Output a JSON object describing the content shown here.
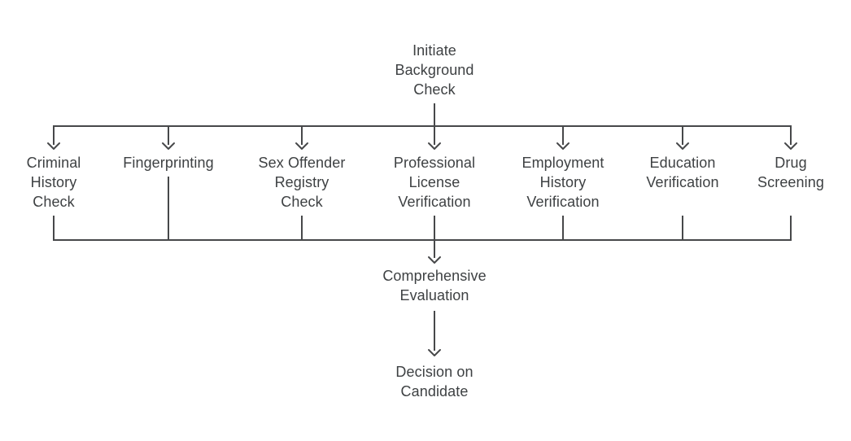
{
  "diagram": {
    "type": "flowchart",
    "direction": "top-down",
    "root": {
      "id": "initiate",
      "label": "Initiate\nBackground\nCheck"
    },
    "checks": [
      {
        "id": "criminal",
        "label": "Criminal\nHistory\nCheck"
      },
      {
        "id": "fingerprint",
        "label": "Fingerprinting"
      },
      {
        "id": "sex-offender",
        "label": "Sex Offender\nRegistry\nCheck"
      },
      {
        "id": "license",
        "label": "Professional\nLicense\nVerification"
      },
      {
        "id": "employment",
        "label": "Employment\nHistory\nVerification"
      },
      {
        "id": "education",
        "label": "Education\nVerification"
      },
      {
        "id": "drug",
        "label": "Drug\nScreening"
      }
    ],
    "evaluation": {
      "id": "evaluation",
      "label": "Comprehensive\nEvaluation"
    },
    "decision": {
      "id": "decision",
      "label": "Decision on\nCandidate"
    },
    "edges": [
      [
        "initiate",
        "criminal"
      ],
      [
        "initiate",
        "fingerprint"
      ],
      [
        "initiate",
        "sex-offender"
      ],
      [
        "initiate",
        "license"
      ],
      [
        "initiate",
        "employment"
      ],
      [
        "initiate",
        "education"
      ],
      [
        "initiate",
        "drug"
      ],
      [
        "criminal",
        "evaluation"
      ],
      [
        "fingerprint",
        "evaluation"
      ],
      [
        "sex-offender",
        "evaluation"
      ],
      [
        "license",
        "evaluation"
      ],
      [
        "employment",
        "evaluation"
      ],
      [
        "education",
        "evaluation"
      ],
      [
        "drug",
        "evaluation"
      ],
      [
        "evaluation",
        "decision"
      ]
    ]
  },
  "colors": {
    "line": "#47484a",
    "text": "#3e4143",
    "background": "#ffffff"
  }
}
